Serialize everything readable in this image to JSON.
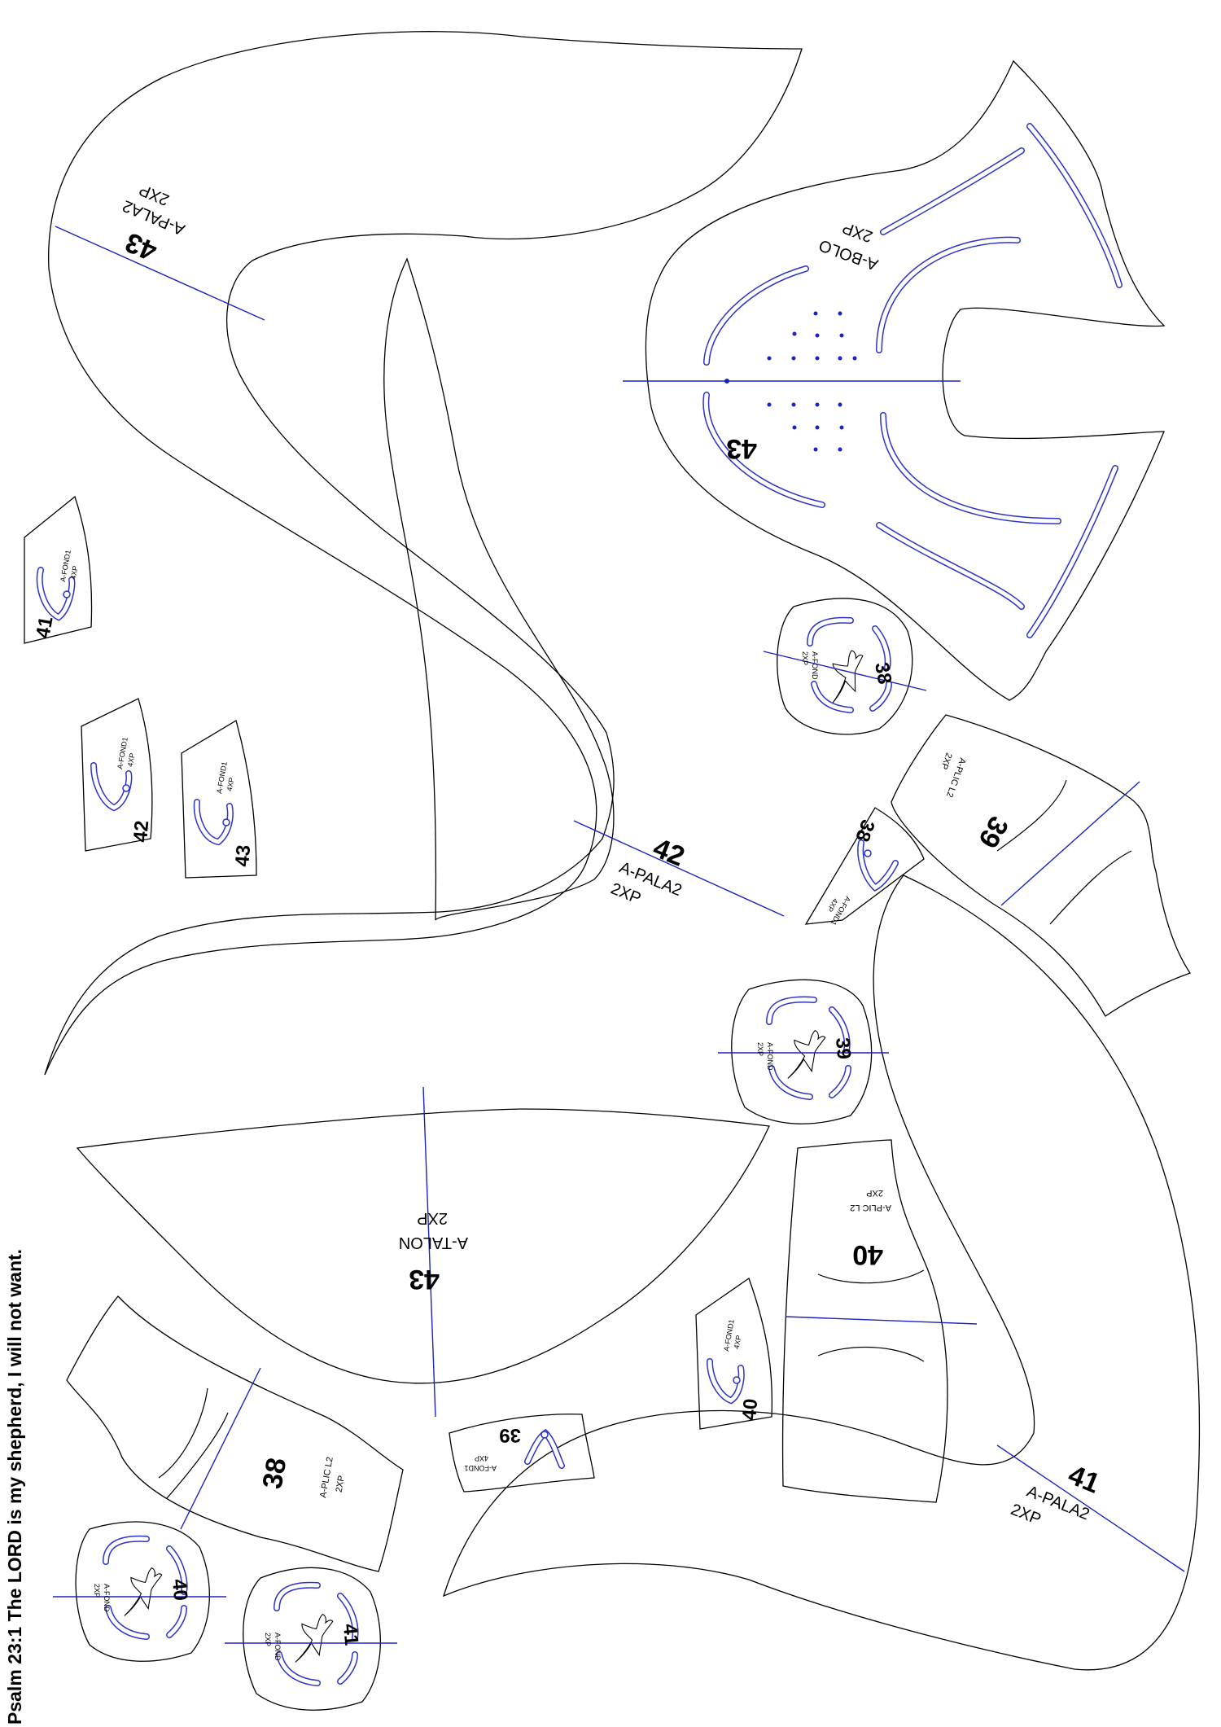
{
  "caption": "Psalm 23:1 The LORD is my shepherd, I will not want.",
  "colors": {
    "outline": "#000000",
    "seam": "#2b33c8",
    "grain": "#1a22c0",
    "background": "#ffffff"
  },
  "pieces": {
    "pala2_43": {
      "size": "43",
      "name": "A-PALA2",
      "qty": "2XP"
    },
    "pala2_42": {
      "size": "42",
      "name": "A-PALA2",
      "qty": "2XP"
    },
    "pala2_41": {
      "size": "41",
      "name": "A-PALA2",
      "qty": "2XP"
    },
    "bolo_43": {
      "size": "43",
      "name": "A-BOLO",
      "qty": "2XP"
    },
    "talon_43": {
      "size": "43",
      "name": "A-TALON",
      "qty": "2XP"
    },
    "plic_39": {
      "size": "39",
      "name": "A-PLIC L2",
      "qty": "2XP"
    },
    "plic_40": {
      "size": "40",
      "name": "A-PLIC L2",
      "qty": "2XP"
    },
    "plic_38": {
      "size": "38",
      "name": "A-PLIC L2",
      "qty": "2XP"
    },
    "fond1_41": {
      "size": "41",
      "name": "A-FOND1",
      "qty": "4XP"
    },
    "fond1_42": {
      "size": "42",
      "name": "A-FOND1",
      "qty": "4XP"
    },
    "fond1_43": {
      "size": "43",
      "name": "A-FOND1",
      "qty": "4XP"
    },
    "fond1_38": {
      "size": "38",
      "name": "A-FOND1",
      "qty": "4XP"
    },
    "fond1_40": {
      "size": "40",
      "name": "A-FOND1",
      "qty": "4XP"
    },
    "fond1_39": {
      "size": "39",
      "name": "A-FOND1",
      "qty": "4XP"
    },
    "fond_38": {
      "size": "38",
      "name": "A-FOND",
      "qty": "2XP"
    },
    "fond_39": {
      "size": "39",
      "name": "A-FOND",
      "qty": "2XP"
    },
    "fond_40": {
      "size": "40",
      "name": "A-FOND",
      "qty": "2XP"
    },
    "fond_41": {
      "size": "41",
      "name": "A-FOND",
      "qty": "2XP"
    }
  },
  "icons": {
    "logo": "puma-cat-icon"
  }
}
